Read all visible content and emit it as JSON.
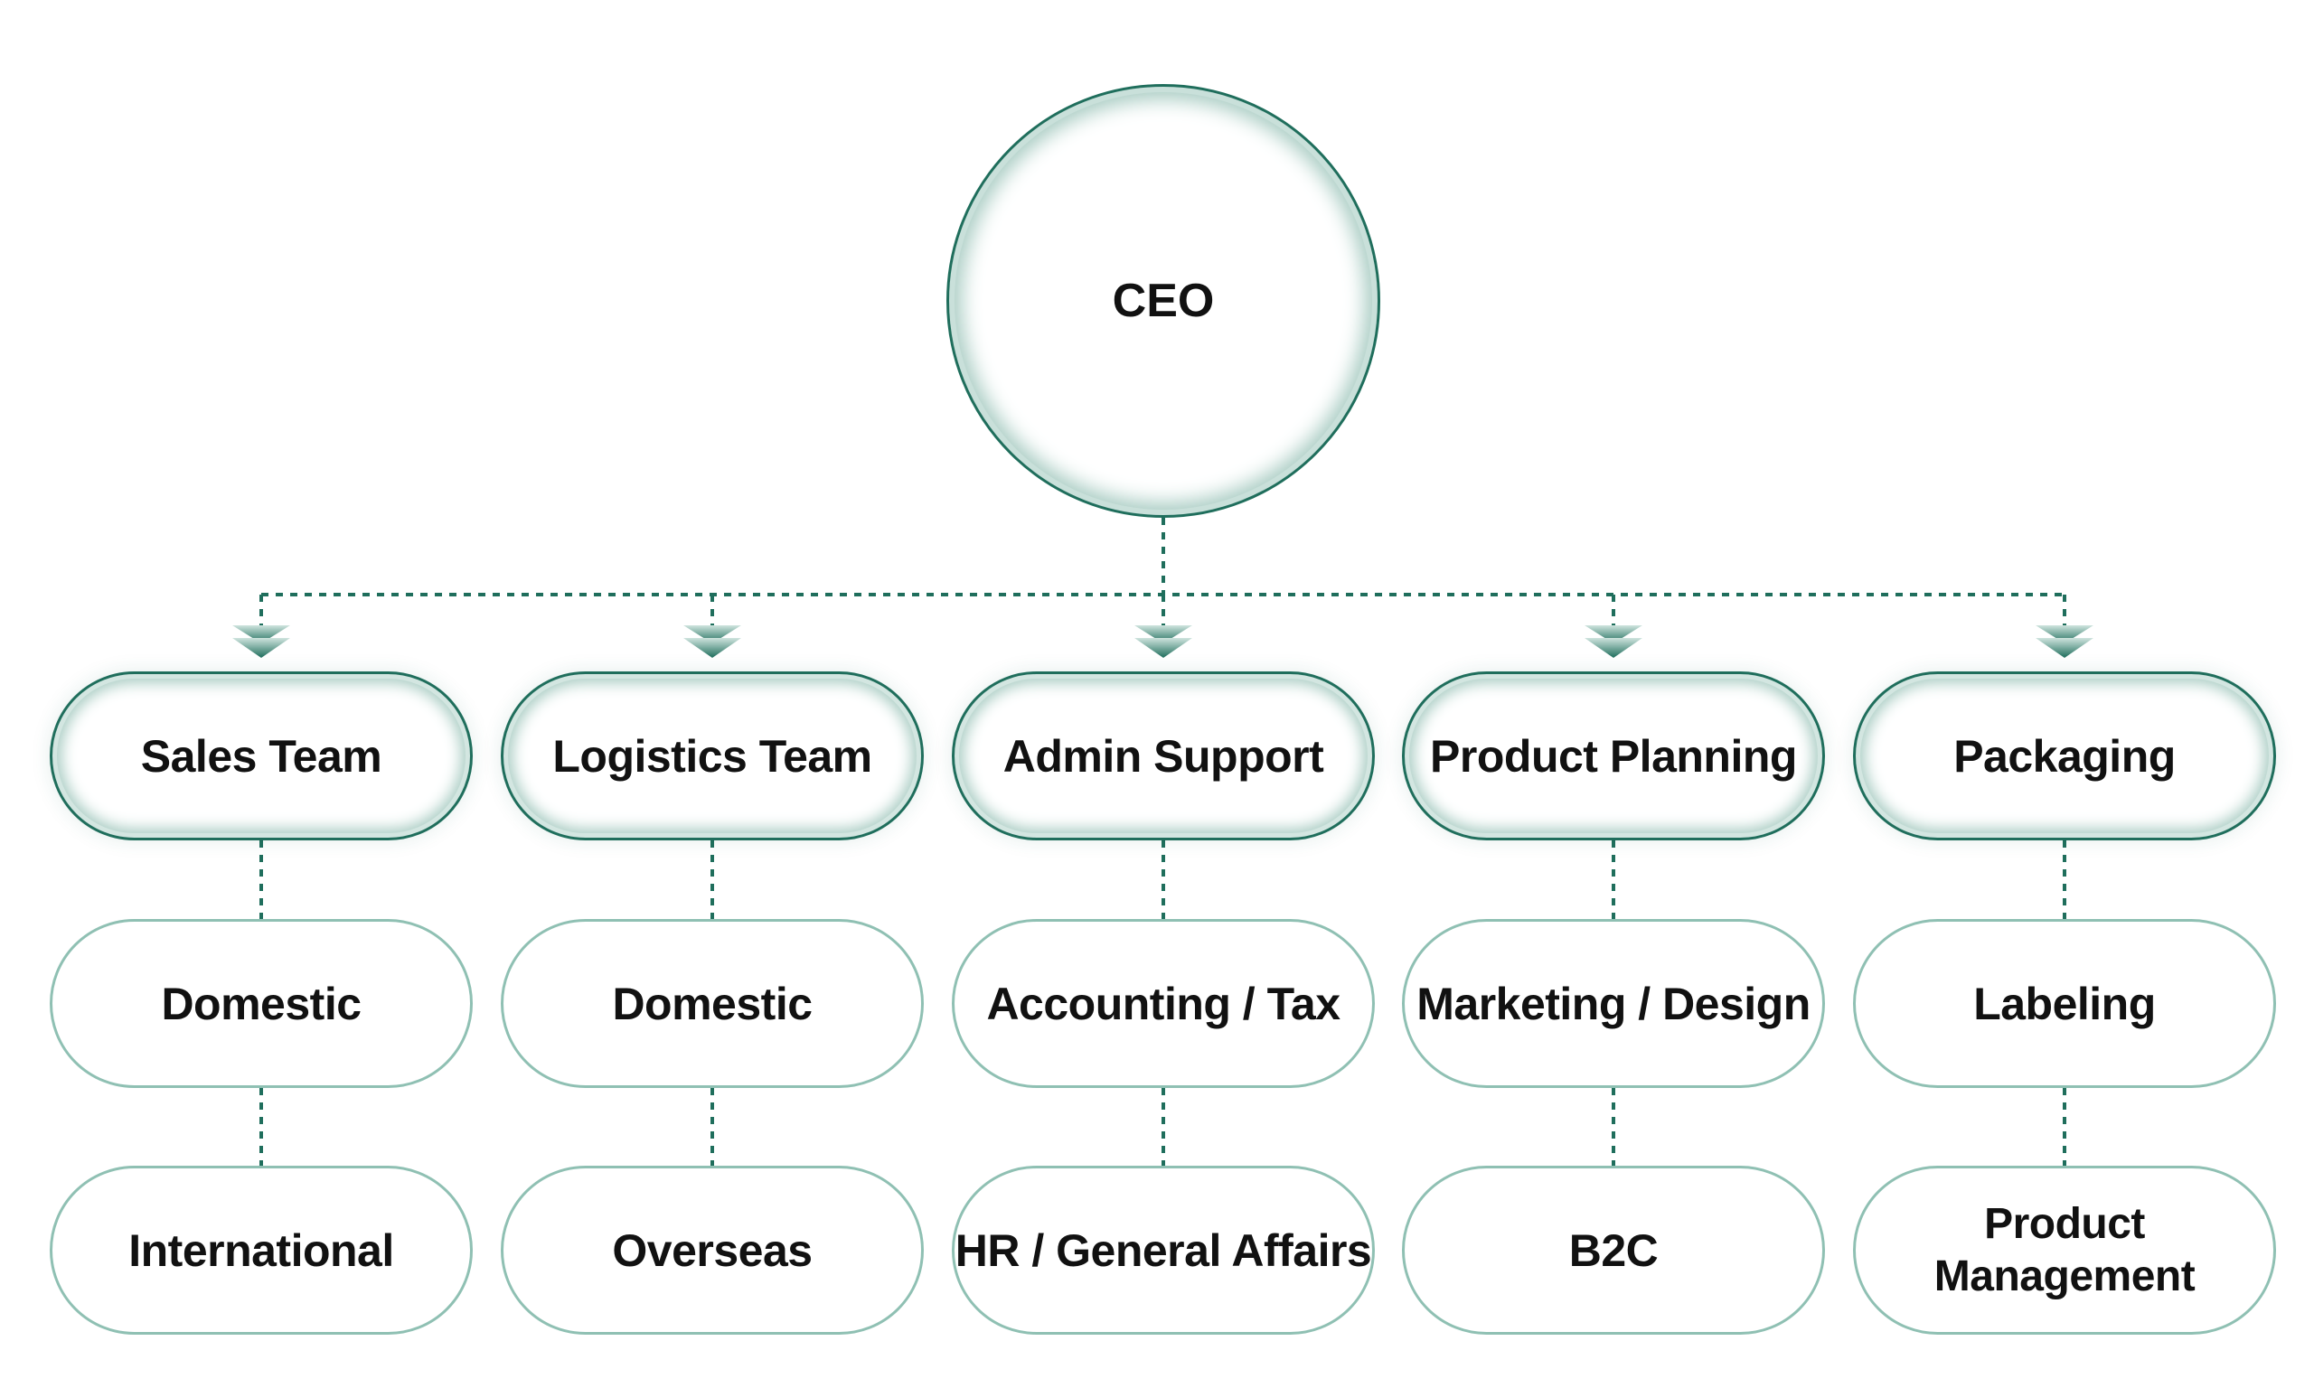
{
  "root": {
    "label": "CEO"
  },
  "departments": [
    {
      "label": "Sales Team",
      "children": [
        "Domestic",
        "International"
      ]
    },
    {
      "label": "Logistics Team",
      "children": [
        "Domestic",
        "Overseas"
      ]
    },
    {
      "label": "Admin Support",
      "children": [
        "Accounting / Tax",
        "HR / General Affairs"
      ]
    },
    {
      "label": "Product Planning",
      "children": [
        "Marketing / Design",
        "B2C"
      ]
    },
    {
      "label": "Packaging",
      "children": [
        "Labeling",
        "Product Management"
      ]
    }
  ],
  "colors": {
    "primary": "#1f6e5c",
    "light": "#8fc0b3",
    "connector": "#1f6e5c"
  }
}
